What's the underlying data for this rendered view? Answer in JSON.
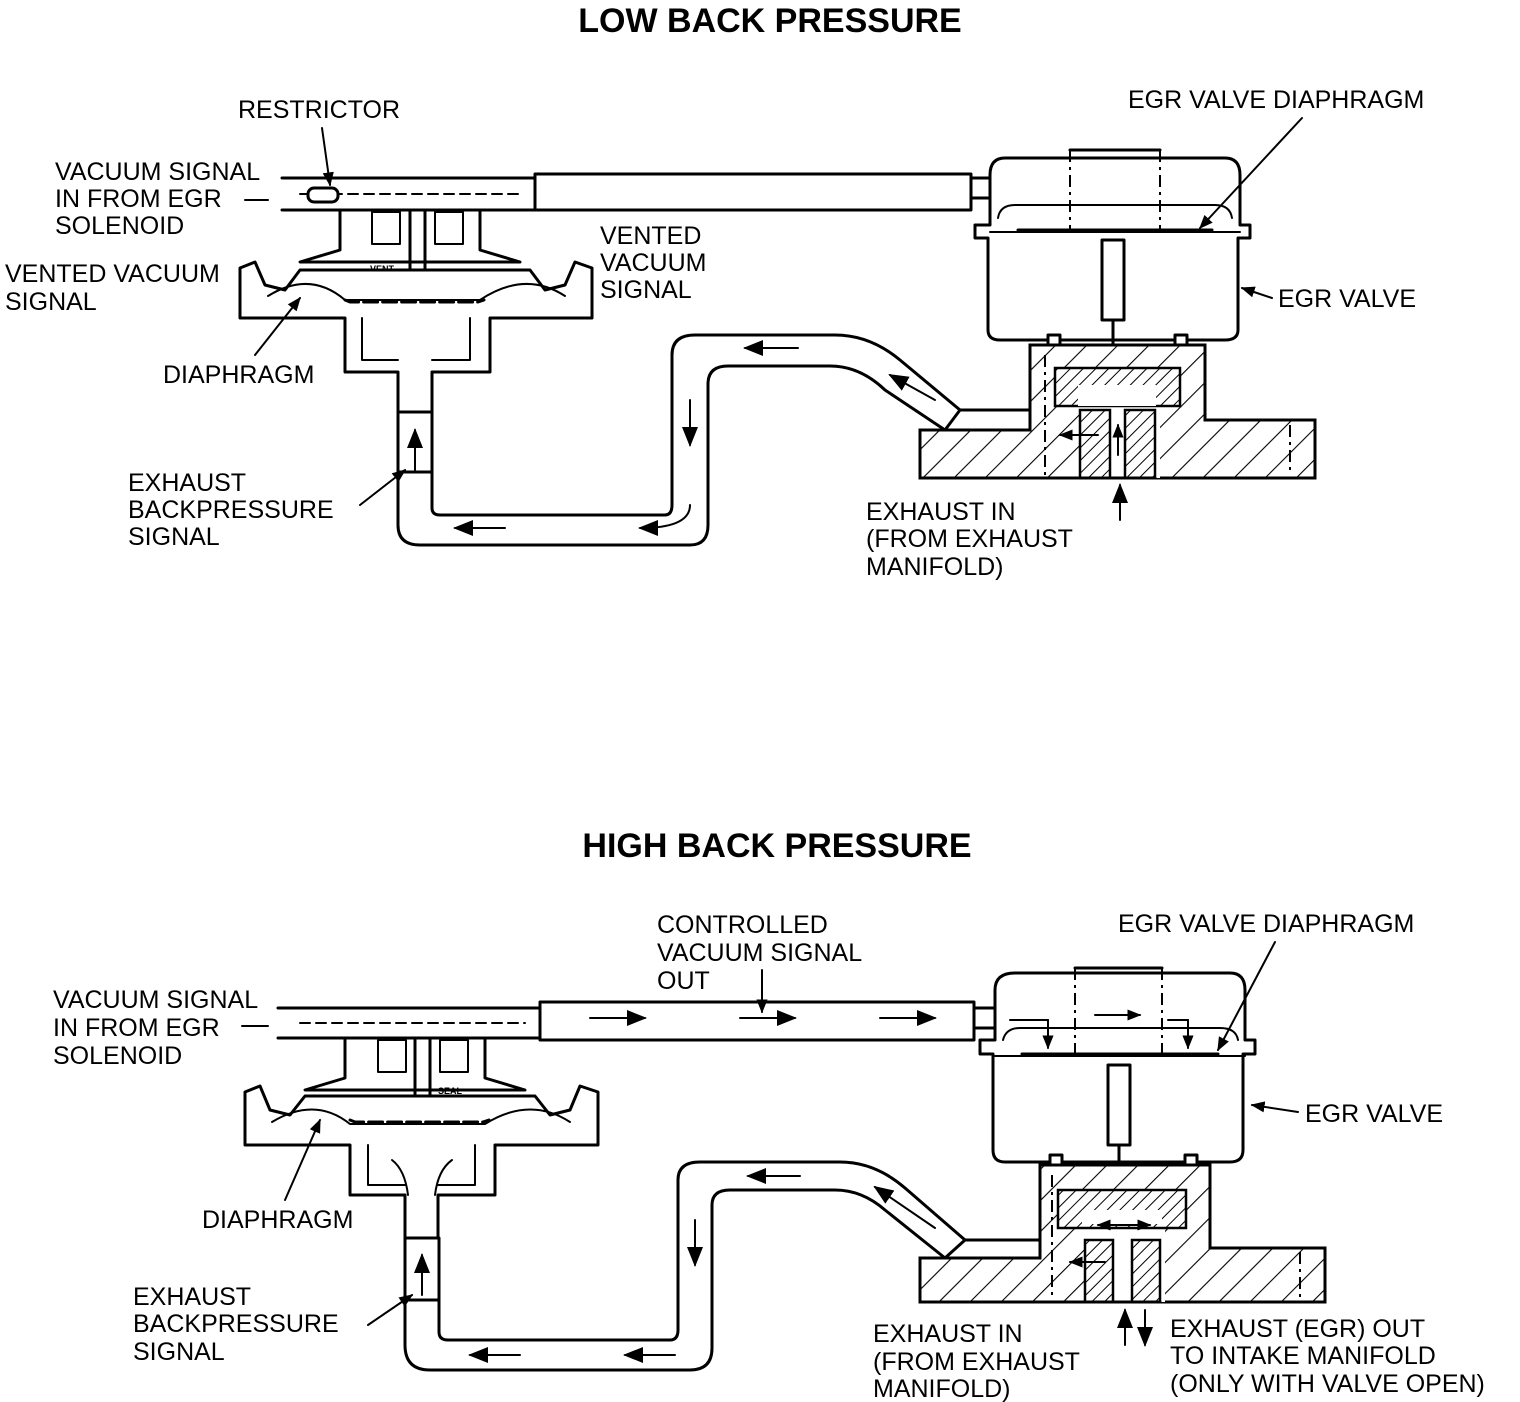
{
  "low": {
    "title": "LOW BACK PRESSURE",
    "restrictor": "RESTRICTOR",
    "vacuum_in": [
      "VACUUM SIGNAL",
      "IN FROM EGR",
      "SOLENOID"
    ],
    "vented_left": [
      "VENTED VACUUM",
      "SIGNAL"
    ],
    "vented_right": [
      "VENTED",
      "VACUUM",
      "SIGNAL"
    ],
    "vent_mark": "VENT",
    "diaphragm": "DIAPHRAGM",
    "backpressure": [
      "EXHAUST",
      "BACKPRESSURE",
      "SIGNAL"
    ],
    "egr_diaphragm": "EGR VALVE DIAPHRAGM",
    "egr_valve": "EGR VALVE",
    "exhaust_in": [
      "EXHAUST IN",
      "(FROM EXHAUST",
      "MANIFOLD)"
    ]
  },
  "high": {
    "title": "HIGH BACK PRESSURE",
    "controlled": [
      "CONTROLLED",
      "VACUUM SIGNAL",
      "OUT"
    ],
    "vacuum_in": [
      "VACUUM SIGNAL",
      "IN FROM EGR",
      "SOLENOID"
    ],
    "seal_mark": "SEAL",
    "diaphragm": "DIAPHRAGM",
    "backpressure": [
      "EXHAUST",
      "BACKPRESSURE",
      "SIGNAL"
    ],
    "egr_diaphragm": "EGR VALVE DIAPHRAGM",
    "egr_valve": "EGR VALVE",
    "exhaust_in": [
      "EXHAUST IN",
      "(FROM EXHAUST",
      "MANIFOLD)"
    ],
    "egr_out": [
      "EXHAUST (EGR) OUT",
      "TO INTAKE MANIFOLD",
      "(ONLY WITH VALVE OPEN)"
    ]
  }
}
